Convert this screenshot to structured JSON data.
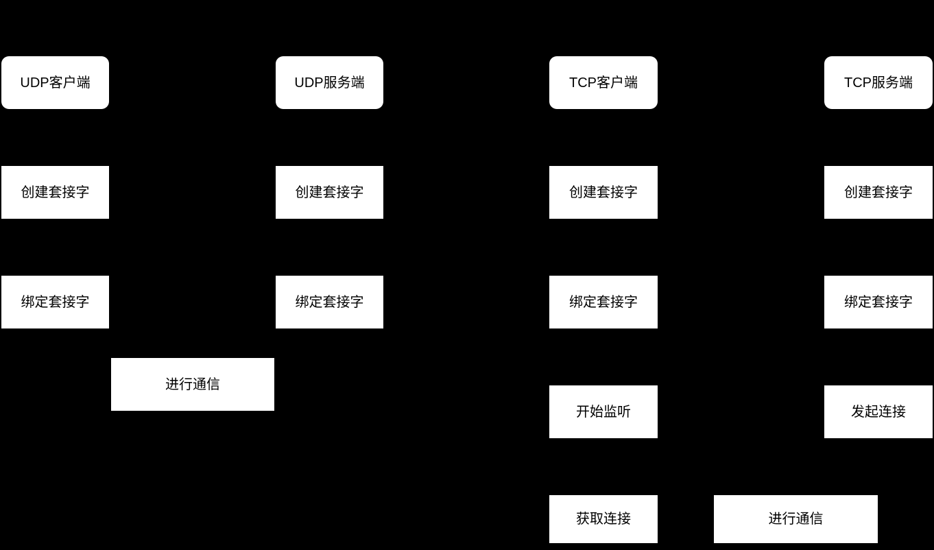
{
  "colors": {
    "background": "#000000",
    "node_fill": "#ffffff",
    "node_text": "#000000"
  },
  "nodes": {
    "udp_client": {
      "label": "UDP客户端",
      "type": "terminator"
    },
    "udp_server": {
      "label": "UDP服务端",
      "type": "terminator"
    },
    "udp_client_create": {
      "label": "创建套接字",
      "type": "process"
    },
    "udp_server_create": {
      "label": "创建套接字",
      "type": "process"
    },
    "udp_client_bind": {
      "label": "绑定套接字",
      "type": "process"
    },
    "udp_server_bind": {
      "label": "绑定套接字",
      "type": "process"
    },
    "udp_communicate": {
      "label": "进行通信",
      "type": "process"
    },
    "tcp_client": {
      "label": "TCP客户端",
      "type": "terminator"
    },
    "tcp_server": {
      "label": "TCP服务端",
      "type": "terminator"
    },
    "tcp_client_create": {
      "label": "创建套接字",
      "type": "process"
    },
    "tcp_server_create": {
      "label": "创建套接字",
      "type": "process"
    },
    "tcp_client_bind": {
      "label": "绑定套接字",
      "type": "process"
    },
    "tcp_server_bind": {
      "label": "绑定套接字",
      "type": "process"
    },
    "tcp_client_listen": {
      "label": "开始监听",
      "type": "process"
    },
    "tcp_server_connect": {
      "label": "发起连接",
      "type": "process"
    },
    "tcp_client_accept": {
      "label": "获取连接",
      "type": "process"
    },
    "tcp_communicate": {
      "label": "进行通信",
      "type": "process"
    }
  }
}
